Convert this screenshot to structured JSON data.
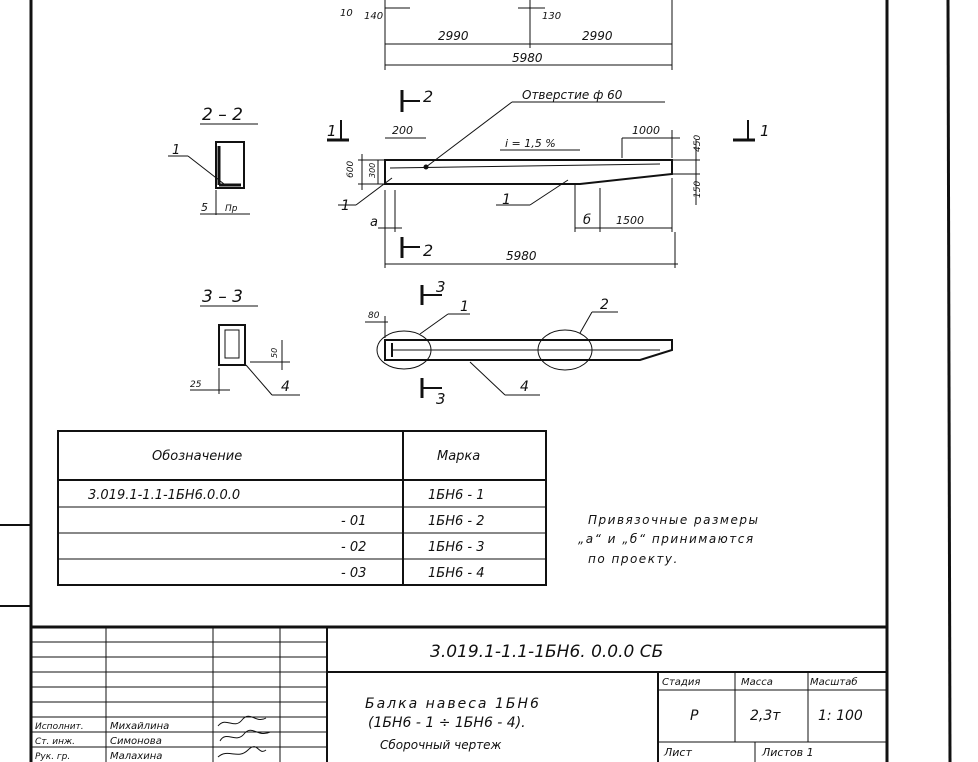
{
  "top_dims": {
    "d10": "10",
    "d140": "140",
    "d130": "130",
    "seg1": "2990",
    "seg2": "2990",
    "total": "5980"
  },
  "section_2_2": {
    "title": "2 – 2",
    "callout": "1",
    "dim": "5",
    "dim_unit": "Пр"
  },
  "elevation": {
    "cut_mark_2": "2",
    "cut_mark_1": "1",
    "hole_label": "Отверстие ф 60",
    "d200": "200",
    "d1000": "1000",
    "slope": "i = 1,5 %",
    "d600": "600",
    "d300": "300",
    "d450": "450",
    "d150": "150",
    "callout_1a": "1",
    "callout_1b": "1",
    "dim_a": "а",
    "dim_b": "б",
    "d1500": "1500",
    "length": "5980"
  },
  "section_3_3": {
    "title": "3 – 3",
    "d50": "50",
    "d25": "25",
    "callout": "4"
  },
  "plan": {
    "cut_mark_3": "3",
    "d80": "80",
    "callout_1": "1",
    "callout_2": "2",
    "callout_4": "4"
  },
  "marks_table": {
    "headers": [
      "Обозначение",
      "Марка"
    ],
    "rows": [
      {
        "designation": "3.019.1-1.1-1БН6.0.0.0",
        "mark": "1БН6 - 1"
      },
      {
        "designation": "- 01",
        "mark": "1БН6 - 2"
      },
      {
        "designation": "- 02",
        "mark": "1БН6 - 3"
      },
      {
        "designation": "- 03",
        "mark": "1БН6 - 4"
      }
    ]
  },
  "note": {
    "line1": "Привязочные размеры",
    "line2": "„а“ и „б“ принимаются",
    "line3": "по проекту."
  },
  "title_block": {
    "code": "3.019.1-1.1-1БН6. 0.0.0 СБ",
    "name_line1": "Балка навеса 1БН6",
    "name_line2": "(1БН6 - 1 ÷ 1БН6 - 4).",
    "name_line3": "Сборочный чертеж",
    "stage_header": "Стадия",
    "stage_value": "Р",
    "mass_header": "Масса",
    "mass_value": "2,3т",
    "scale_header": "Масштаб",
    "scale_value": "1: 100",
    "sheet_label": "Лист",
    "sheets_label": "Листов 1",
    "roles": [
      {
        "role": "Исполнит.",
        "name": "Михайлина"
      },
      {
        "role": "Ст. инж.",
        "name": "Симонова"
      },
      {
        "role": "Рук. гр.",
        "name": "Малахина"
      }
    ]
  }
}
